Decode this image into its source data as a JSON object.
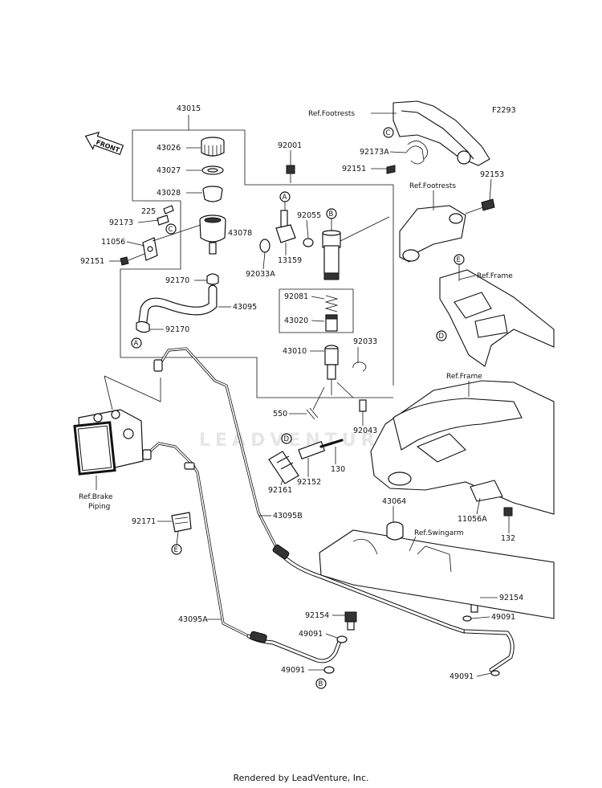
{
  "diagram_code": "F2293",
  "front_label": "FRONT",
  "watermark": "LEADVENTURE",
  "footer": "Rendered by LeadVenture, Inc.",
  "parts": {
    "p43015": "43015",
    "p43026": "43026",
    "p43027": "43027",
    "p43028": "43028",
    "p225": "225",
    "p92173": "92173",
    "p11056": "11056",
    "p92151a": "92151",
    "p43078": "43078",
    "p92170a": "92170",
    "p43095": "43095",
    "p92170b": "92170",
    "p92001": "92001",
    "p92055": "92055",
    "p92033A": "92033A",
    "p13159": "13159",
    "p92081": "92081",
    "p43020": "43020",
    "p43010": "43010",
    "p92033": "92033",
    "p550": "550",
    "p92043": "92043",
    "p92161": "92161",
    "p92152": "92152",
    "p130": "130",
    "p92171": "92171",
    "p43095B": "43095B",
    "p43095A": "43095A",
    "p92154a": "92154",
    "p49091a": "49091",
    "p49091b": "49091",
    "p43064": "43064",
    "p11056A": "11056A",
    "p132": "132",
    "p92154b": "92154",
    "p49091c": "49091",
    "p49091d": "49091",
    "p92173A": "92173A",
    "p92151b": "92151",
    "p92153": "92153"
  },
  "refs": {
    "footrests_top": "Ref.Footrests",
    "footrests_mid": "Ref.Footrests",
    "frame_top": "Ref.Frame",
    "frame_mid": "Ref.Frame",
    "swingarm": "Ref.Swingarm",
    "brake_piping_1": "Ref.Brake",
    "brake_piping_2": "Piping"
  },
  "callouts": {
    "A1": "A",
    "A2": "A",
    "B1": "B",
    "B2": "B",
    "C1": "C",
    "C2": "C",
    "D1": "D",
    "D2": "D",
    "E1": "E",
    "E2": "E"
  }
}
